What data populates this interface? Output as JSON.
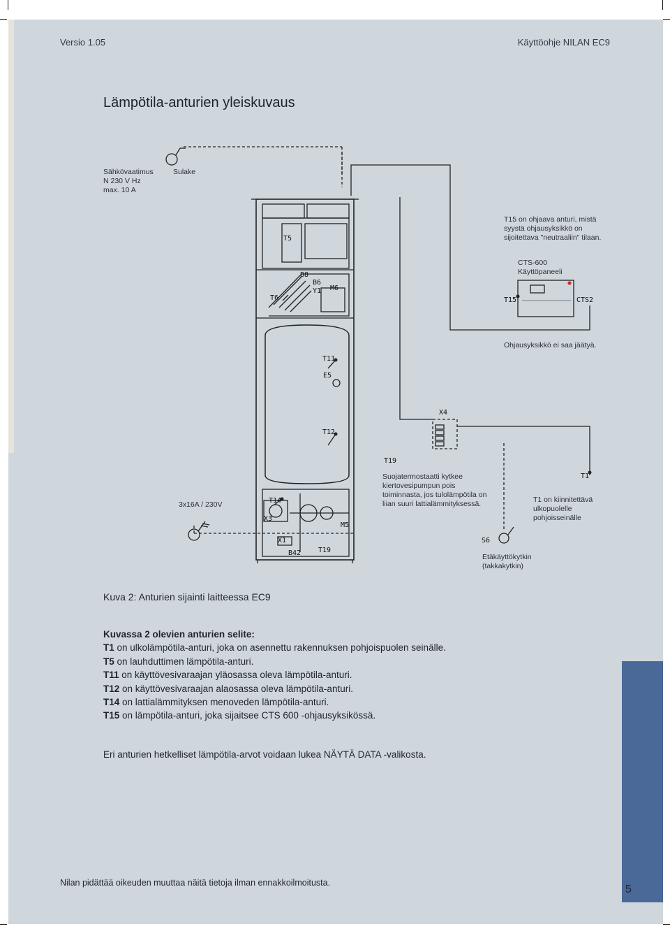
{
  "header": {
    "version": "Versio 1.05",
    "manual": "Käyttöohje NILAN EC9"
  },
  "title": "Lämpötila-anturien yleiskuvaus",
  "diagram": {
    "power_req": [
      "Sähkövaatimus",
      "N 230 V Hz",
      "max. 10 A"
    ],
    "fuse": "Sulake",
    "t15_note": [
      "T15 on ohjaava anturi, mistä",
      "syystä ohjausyksikkö on",
      "sijoitettava \"neutraaliin\" tilaan."
    ],
    "cts_panel": [
      "CTS-600",
      "Käyttöpaneeli"
    ],
    "control_note": "Ohjausyksikkö ei saa jäätyä.",
    "t19_note": [
      "Suojatermostaatti kytkee",
      "kiertovesipumpun pois",
      "toiminnasta, jos tulolämpötila on",
      "liian suuri lattialämmityksessä."
    ],
    "t1_note": [
      "T1 on kiinnitettävä",
      "ulkopuolelle",
      "pohjoisseinälle"
    ],
    "supply": "3x16A / 230V",
    "remote_switch": [
      "Etäkäyttökytkin",
      "(takkakytkin)"
    ],
    "labels": {
      "T5": "T5",
      "T6": "T6",
      "B8": "B8",
      "B6": "B6",
      "Y1": "Y1",
      "M6": "M6",
      "T11": "T11",
      "E5": "E5",
      "T12": "T12",
      "T14": "T14",
      "X3": "X3",
      "X1": "X1",
      "B42": "B42",
      "T19a": "T19",
      "M5": "M5",
      "T19b": "T19",
      "X4": "X4",
      "S6": "S6",
      "T1": "T1",
      "T15": "T15",
      "CTS2": "CTS2"
    }
  },
  "caption": "Kuva 2: Anturien sijainti laitteessa EC9",
  "legend": {
    "heading": "Kuvassa 2 olevien anturien selite:",
    "items": [
      {
        "code": "T1",
        "text": " on ulkolämpötila-anturi, joka on asennettu rakennuksen pohjoispuolen seinälle."
      },
      {
        "code": "T5",
        "text": " on lauhduttimen lämpötila-anturi."
      },
      {
        "code": "T11",
        "text": " on käyttövesivaraajan yläosassa oleva lämpötila-anturi."
      },
      {
        "code": "T12",
        "text": " on käyttövesivaraajan alaosassa oleva lämpötila-anturi."
      },
      {
        "code": "T14",
        "text": " on lattialämmityksen menoveden lämpötila-anturi."
      },
      {
        "code": "T15",
        "text": " on lämpötila-anturi, joka sijaitsee CTS 600 -ohjausyksikössä."
      }
    ],
    "note": "Eri anturien hetkelliset lämpötila-arvot voidaan lukea NÄYTÄ DATA -valikosta."
  },
  "footer": {
    "disclaimer": "Nilan pidättää oikeuden muuttaa näitä tietoja ilman ennakkoilmoitusta.",
    "page": "5"
  },
  "colors": {
    "panel": "#cfd7dd",
    "accent": "#4a6898"
  }
}
